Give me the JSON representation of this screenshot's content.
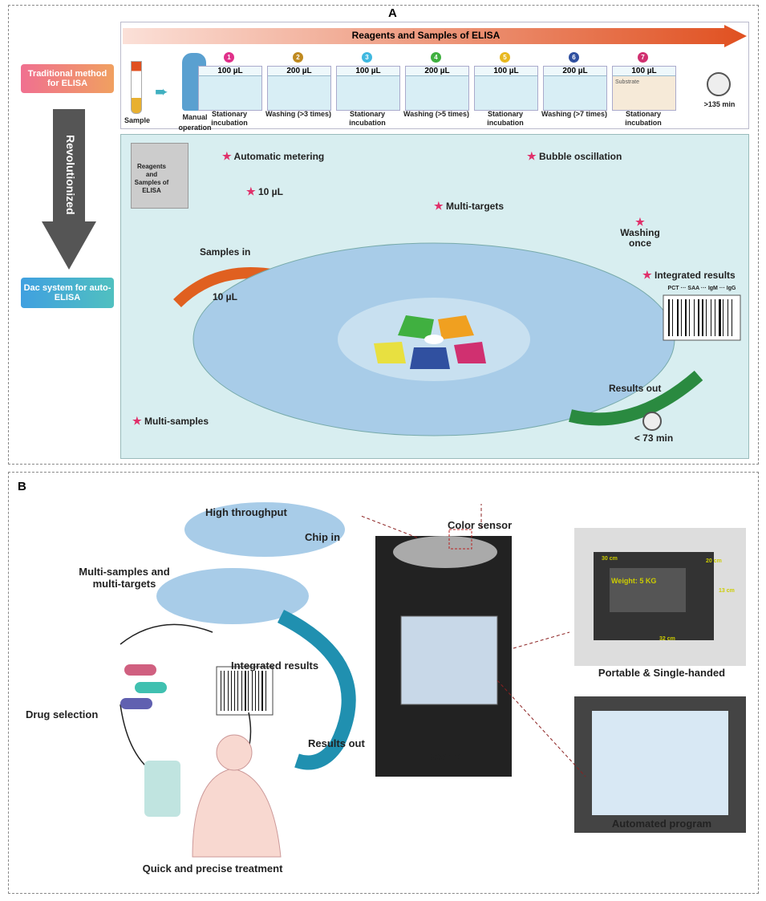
{
  "panel_a": {
    "label": "A",
    "arrow_title": "Reagents and Samples of ELISA",
    "traditional": "Traditional method for ELISA",
    "revolutionized": "Revolutionized",
    "dac": "Dac system for auto-ELISA",
    "sample": "Sample",
    "manual": "Manual operation",
    "steps": [
      {
        "n": "1",
        "vol": "100 µL",
        "label": "Stationary incubation",
        "color": "#e0308a"
      },
      {
        "n": "2",
        "vol": "200 µL",
        "label": "Washing (>3 times)",
        "color": "#c08a20"
      },
      {
        "n": "3",
        "vol": "100 µL",
        "label": "Stationary incubation",
        "color": "#40b8e0"
      },
      {
        "n": "4",
        "vol": "200 µL",
        "label": "Washing (>5 times)",
        "color": "#40b040"
      },
      {
        "n": "5",
        "vol": "100 µL",
        "label": "Stationary incubation",
        "color": "#e8b820"
      },
      {
        "n": "6",
        "vol": "200 µL",
        "label": "Washing (>7 times)",
        "color": "#3050a0"
      },
      {
        "n": "7",
        "vol": "100 µL",
        "label": "Stationary incubation",
        "color": "#d03070"
      }
    ],
    "substrate": "Substrate",
    "time_traditional": ">135 min",
    "legend": "Reagents and Samples of ELISA",
    "automatic_metering": "Automatic metering",
    "ten_ul": "10 µL",
    "bubble": "Bubble oscillation",
    "multi_targets": "Multi-targets",
    "washing_once": "Washing once",
    "samples_in": "Samples in",
    "samples_vol": "10 µL",
    "integrated": "Integrated results",
    "barcode_labels": "PCT ··· SAA ··· IgM ··· IgG",
    "results_out": "Results out",
    "time_dac": "< 73 min",
    "multi_samples": "Multi-samples"
  },
  "panel_b": {
    "label": "B",
    "high_throughput": "High throughput",
    "multi": "Multi-samples and multi-targets",
    "chip_in": "Chip in",
    "color_sensor": "Color sensor",
    "integrated": "Integrated results",
    "drug": "Drug selection",
    "results_out": "Results out",
    "device": "Device",
    "portable": "Portable & Single-handed",
    "weight": "Weight: 5 KG",
    "dims": [
      "30 cm",
      "20 cm",
      "13 cm",
      "32 cm"
    ],
    "automated": "Automated program",
    "treatment": "Quick and precise treatment"
  }
}
